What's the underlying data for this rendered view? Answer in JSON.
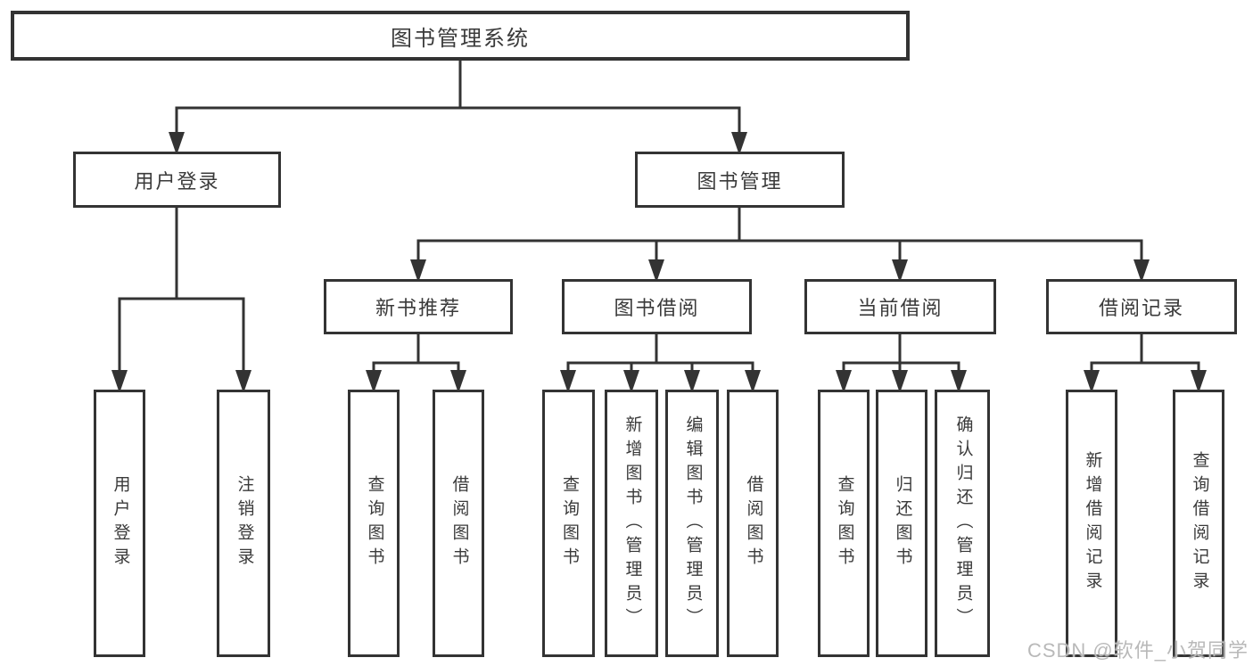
{
  "tree": {
    "root": {
      "label": "图书管理系统"
    },
    "level2": [
      {
        "label": "用户登录"
      },
      {
        "label": "图书管理"
      }
    ],
    "level3": [
      {
        "label": "新书推荐"
      },
      {
        "label": "图书借阅"
      },
      {
        "label": "当前借阅"
      },
      {
        "label": "借阅记录"
      }
    ],
    "leaves": {
      "user_login": [
        "用户登录",
        "注销登录"
      ],
      "new_book": [
        "查询图书",
        "借阅图书"
      ],
      "book_borrow": [
        "查询图书",
        "新增图书（管理员）",
        "编辑图书（管理员）",
        "借阅图书"
      ],
      "current_borrow": [
        "查询图书",
        "归还图书",
        "确认归还（管理员）"
      ],
      "borrow_record": [
        "新增借阅记录",
        "查询借阅记录"
      ]
    }
  },
  "watermark": "CSDN @软件_小贺同学",
  "colors": {
    "line": "#333333",
    "box_border": "#333333",
    "text": "#3a3a3a",
    "watermark": "#b9b9b9",
    "background": "#ffffff"
  }
}
